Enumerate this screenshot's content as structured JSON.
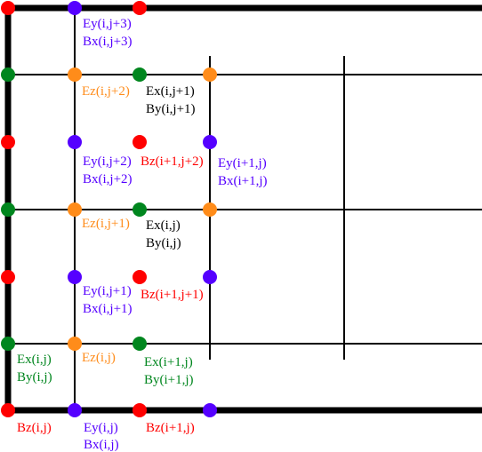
{
  "colors": {
    "red": "#ff0000",
    "blue": "#5500ff",
    "orange": "#ff8c1a",
    "green": "#00861e",
    "black": "#000000"
  },
  "labels": {
    "ey_i_j3": "Ey(i,j+3)",
    "bx_i_j3": "Bx(i,j+3)",
    "ez_i_j2": "Ez(i,j+2)",
    "ex_i_j1": "Ex(i,j+1)",
    "by_i_j1": "By(i,j+1)",
    "ey_i_j2": "Ey(i,j+2)",
    "bx_i_j2": "Bx(i,j+2)",
    "bz_i1_j2": "Bz(i+1,j+2)",
    "ey_i1_j": "Ey(i+1,j)",
    "bx_i1_j": "Bx(i+1,j)",
    "ez_i_j1": "Ez(i,j+1)",
    "ex_i_j_mid": "Ex(i,j)",
    "by_i_j_mid": "By(i,j)",
    "ey_i_j1": "Ey(i,j+1)",
    "bx_i_j1": "Bx(i,j+1)",
    "bz_i1_j1": "Bz(i+1,j+1)",
    "ex_i_j_left": "Ex(i,j)",
    "by_i_j_left": "By(i,j)",
    "ez_i_j": "Ez(i,j)",
    "ex_i1_j": "Ex(i+1,j)",
    "by_i1_j": "By(i+1,j)",
    "bz_i_j": "Bz(i,j)",
    "ey_i_j": "Ey(i,j)",
    "bx_i_j": "Bx(i,j)",
    "bz_i1_j": "Bz(i+1,j)"
  }
}
